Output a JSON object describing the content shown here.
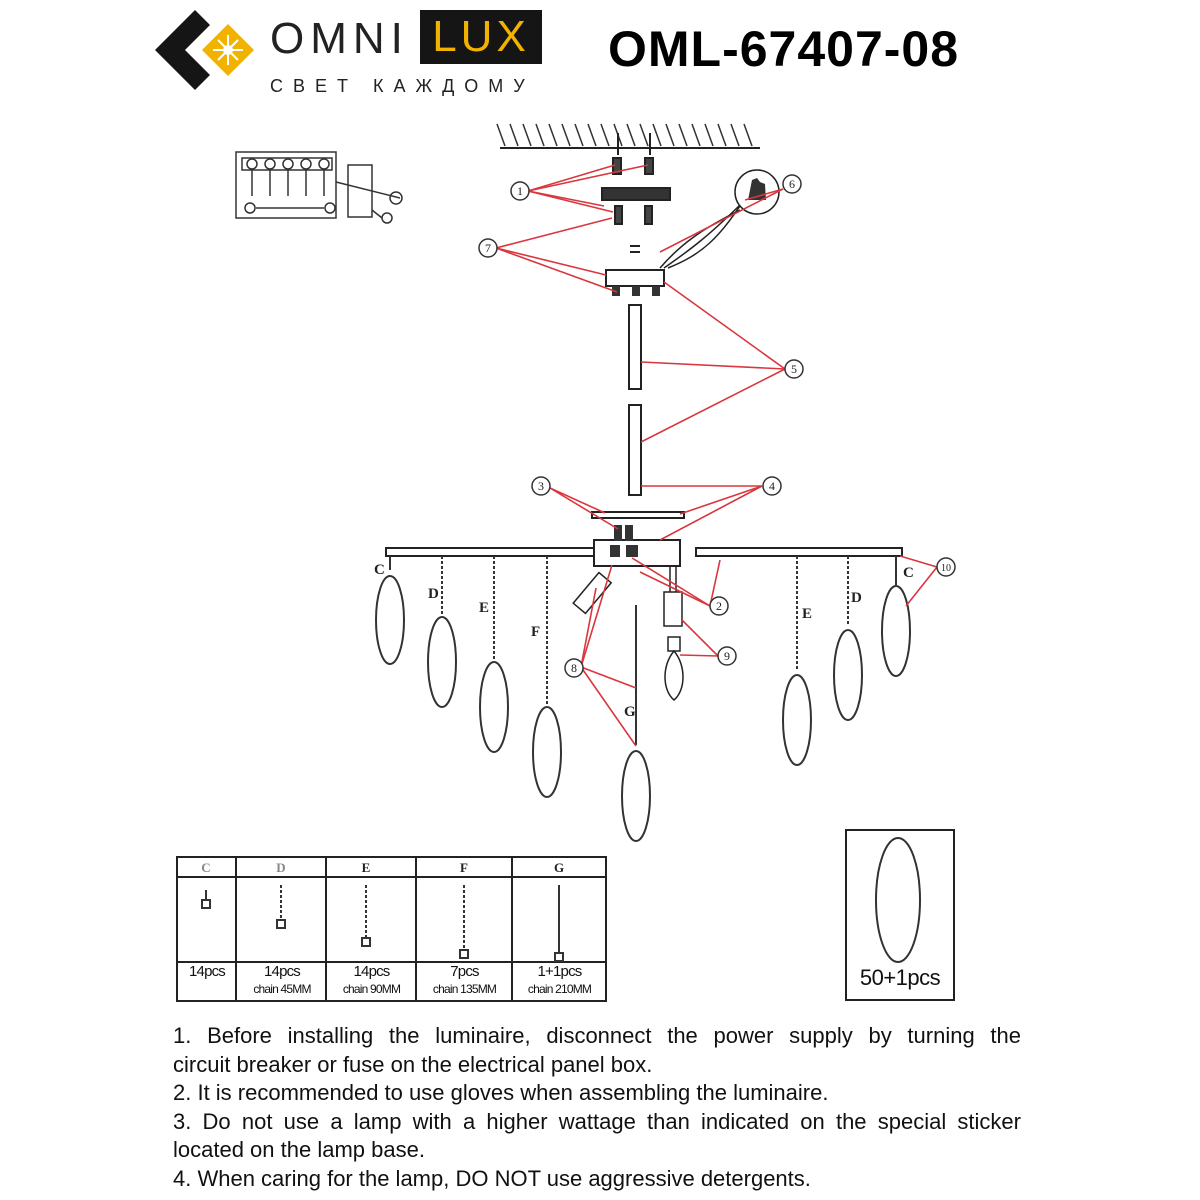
{
  "brand": {
    "name_part1": "OMNI",
    "name_part2": "LUX",
    "tagline": "СВЕТ КАЖДОМУ",
    "colors": {
      "accent": "#f2b300",
      "dark": "#151515"
    }
  },
  "model": "OML-67407-08",
  "diagram": {
    "callouts": [
      "1",
      "2",
      "3",
      "4",
      "5",
      "6",
      "7",
      "8",
      "9",
      "10"
    ],
    "pendant_letters_left": [
      "C",
      "D",
      "E",
      "F",
      "G"
    ],
    "pendant_letters_right": [
      "E",
      "D",
      "C"
    ],
    "leader_color": "#d9363e"
  },
  "parts_table": {
    "headers": [
      "C",
      "D",
      "E",
      "F",
      "G"
    ],
    "rows": [
      {
        "qty": "14pcs",
        "chain": ""
      },
      {
        "qty": "14pcs",
        "chain": "chain 45MM"
      },
      {
        "qty": "14pcs",
        "chain": "chain 90MM"
      },
      {
        "qty": "7pcs",
        "chain": "chain 135MM"
      },
      {
        "qty": "1+1pcs",
        "chain": "chain 210MM"
      }
    ]
  },
  "spare_ring": {
    "label": "50+1pcs"
  },
  "instructions": [
    "1. Before installing the luminaire, disconnect the power supply by turning the",
    "circuit breaker or fuse on the electrical panel box.",
    "2. It is recommended to use gloves when assembling the luminaire.",
    "3. Do not use a lamp with a higher wattage than indicated on the special sticker",
    "located on the lamp base.",
    "4. When caring for the lamp, DO NOT use aggressive detergents."
  ]
}
